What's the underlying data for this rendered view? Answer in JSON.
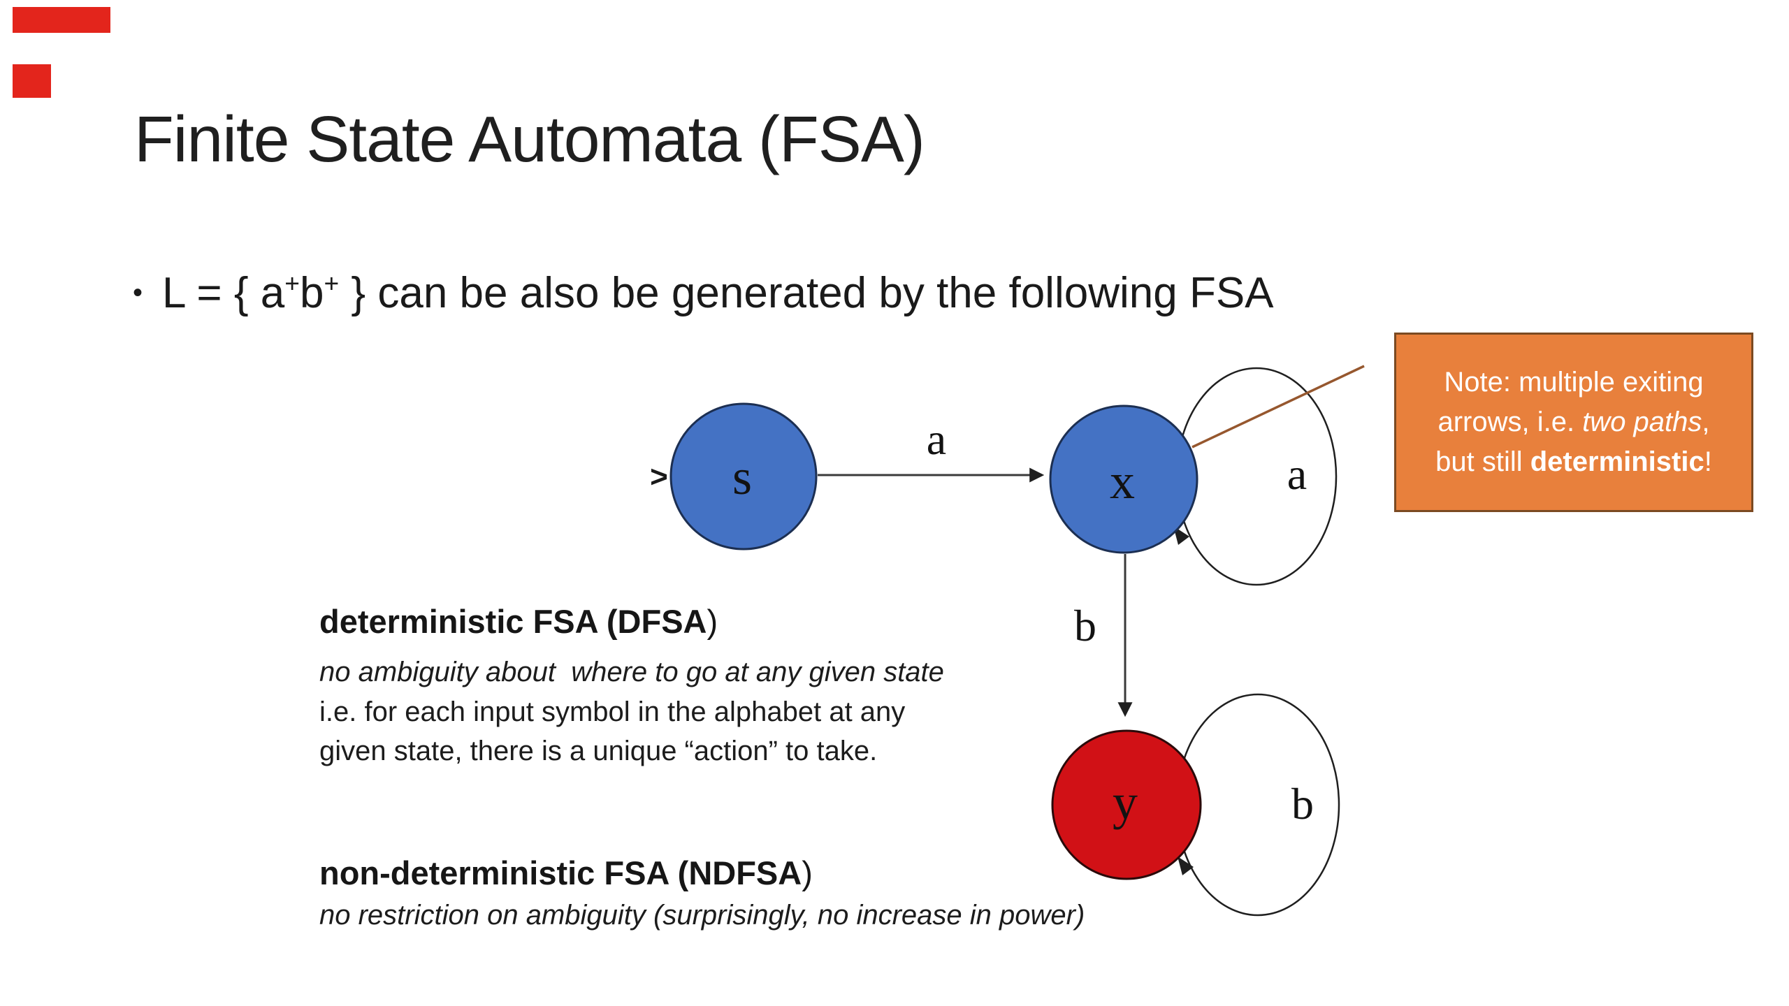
{
  "slide_title": "Finite State Automata (FSA)",
  "bullet": {
    "marker": "•",
    "part1": "L = { a",
    "sup1": "+",
    "part2": "b",
    "sup2": "+",
    "part3": " } can be also be generated by the following FSA"
  },
  "note": {
    "line1": "Note: multiple exiting",
    "line2_pre": "arrows, i.e. ",
    "line2_italic": "two paths",
    "line2_post": ",",
    "line3_pre": "but still ",
    "line3_bold": "deterministic",
    "line3_post": "!"
  },
  "dfsa": {
    "heading_bold": "deterministic FSA (DFSA",
    "heading_tail": ")",
    "desc_italic": "no ambiguity about  where to go at any given state",
    "desc_line2": "i.e. for each input symbol in the alphabet at any",
    "desc_line3": "given state, there is a unique “action” to take."
  },
  "ndfsa": {
    "heading_bold": "non-deterministic FSA (NDFSA",
    "heading_tail": ")",
    "desc_italic": "no restriction on ambiguity (surprisingly, no increase in power)"
  },
  "diagram": {
    "start_marker": ">",
    "state_s": "s",
    "state_x": "x",
    "state_y": "y",
    "edge_sx_label": "a",
    "loop_x_label": "a",
    "edge_xy_label": "b",
    "loop_y_label": "b"
  },
  "colors": {
    "state_blue": "#4472C4",
    "state_red": "#D11116",
    "state_blue_outline": "#1C2F52",
    "state_red_outline": "#2B0A0A",
    "note_bg": "#E8803C",
    "note_border": "#7B4A22",
    "connector_brown": "#96572E",
    "arrow_gray": "#3A3A3A",
    "red_mark": "#E3251C"
  }
}
